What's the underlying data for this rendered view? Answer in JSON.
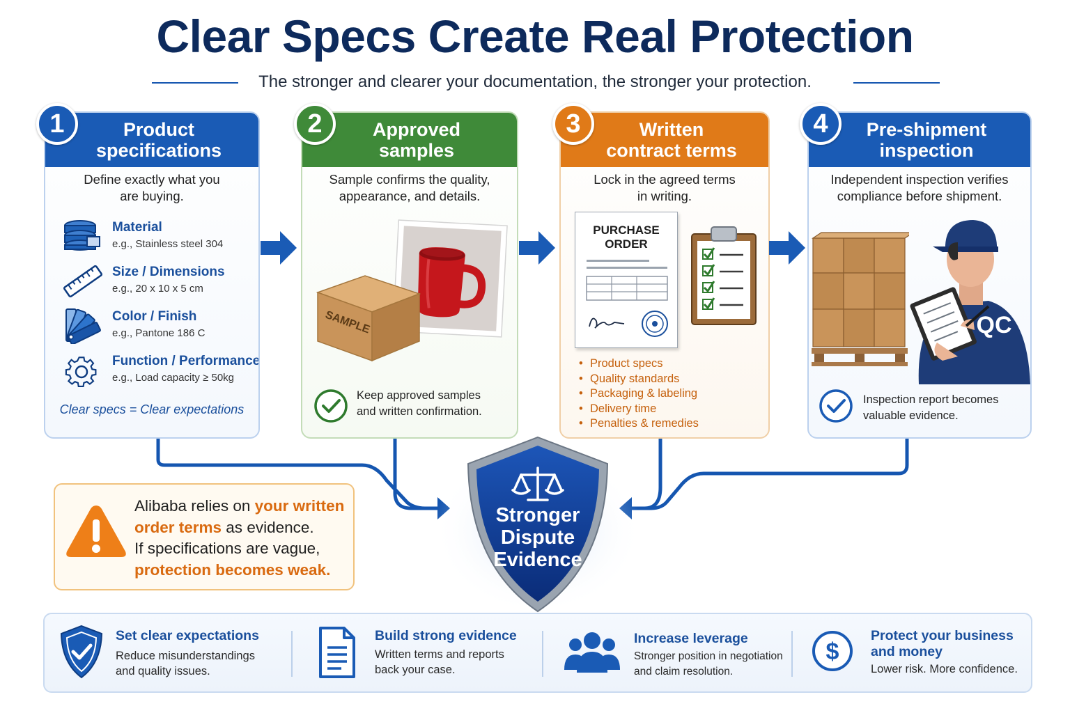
{
  "title": "Clear Specs Create Real Protection",
  "subtitle": "The stronger and clearer your documentation, the stronger your protection.",
  "colors": {
    "navy": "#0d2a5c",
    "blue": "#1a5bb5",
    "green": "#3f8a39",
    "orange": "#e07a18",
    "accent_orange": "#d96a10"
  },
  "steps": [
    {
      "number": "1",
      "title_line1": "Product",
      "title_line2": "specifications",
      "desc_line1": "Define exactly what you",
      "desc_line2": "are buying.",
      "items": [
        {
          "icon": "material-icon",
          "label": "Material",
          "example": "e.g., Stainless steel 304"
        },
        {
          "icon": "ruler-icon",
          "label": "Size / Dimensions",
          "example": "e.g., 20 x 10 x 5 cm"
        },
        {
          "icon": "color-swatch-icon",
          "label": "Color / Finish",
          "example": "e.g., Pantone 186 C"
        },
        {
          "icon": "gear-icon",
          "label": "Function / Performance",
          "example": "e.g., Load capacity ≥ 50kg"
        }
      ],
      "note": "Clear specs = Clear expectations"
    },
    {
      "number": "2",
      "title_line1": "Approved",
      "title_line2": "samples",
      "desc_line1": "Sample confirms the quality,",
      "desc_line2": "appearance, and details.",
      "box_label": "SAMPLE",
      "footer_line1": "Keep approved samples",
      "footer_line2": "and written confirmation."
    },
    {
      "number": "3",
      "title_line1": "Written",
      "title_line2": "contract terms",
      "desc_line1": "Lock in the agreed terms",
      "desc_line2": "in writing.",
      "po_line1": "PURCHASE",
      "po_line2": "ORDER",
      "terms": [
        "Product specs",
        "Quality standards",
        "Packaging & labeling",
        "Delivery time",
        "Penalties & remedies"
      ]
    },
    {
      "number": "4",
      "title_line1": "Pre-shipment",
      "title_line2": "inspection",
      "desc_line1": "Independent inspection verifies",
      "desc_line2": "compliance before shipment.",
      "inspector_badge": "QC",
      "footer_line1": "Inspection report becomes",
      "footer_line2": "valuable evidence."
    }
  ],
  "warning": {
    "l1_a": "Alibaba relies on ",
    "l1_b": "your written",
    "l2_a": "order terms",
    "l2_b": " as evidence.",
    "l3": "If specifications are vague,",
    "l4": "protection becomes weak."
  },
  "shield": {
    "line1": "Stronger",
    "line2": "Dispute",
    "line3": "Evidence"
  },
  "benefits": [
    {
      "icon": "shield-check-icon",
      "title_line1": "Set clear expectations",
      "desc_line1": "Reduce misunderstandings",
      "desc_line2": "and quality issues."
    },
    {
      "icon": "document-icon",
      "title_line1": "Build strong evidence",
      "desc_line1": "Written terms and reports",
      "desc_line2": "back your case."
    },
    {
      "icon": "people-icon",
      "title_line1": "Increase leverage",
      "desc_line1": "Stronger position in negotiation",
      "desc_line2": "and claim resolution."
    },
    {
      "icon": "dollar-icon",
      "title_line1": "Protect your business",
      "title_line2": "and money",
      "desc_line1": "Lower risk. More confidence."
    }
  ]
}
